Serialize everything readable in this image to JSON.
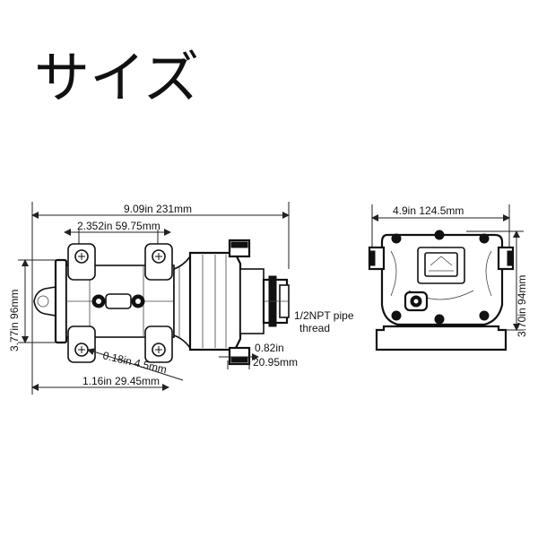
{
  "title": "サイズ",
  "side_view": {
    "overall_length": "9.09in  231mm",
    "mount_spacing": "2.352in  59.75mm",
    "height": "3.77in  96mm",
    "hole_diameter": "0.18in  4.5mm",
    "base_offset": "1.16in 29.45mm",
    "thread_label_line1": "1/2NPT pipe",
    "thread_label_line2": "thread",
    "port_offset_in": "0.82in",
    "port_offset_mm": "20.95mm"
  },
  "front_view": {
    "width": "4.9in  124.5mm",
    "height": "3.70in  94mm"
  }
}
